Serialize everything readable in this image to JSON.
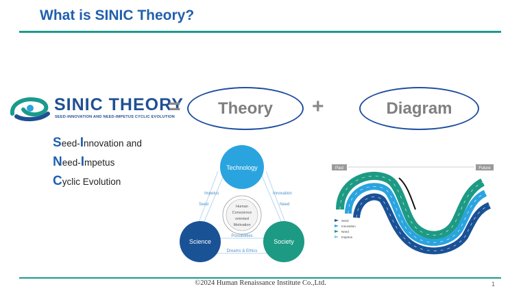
{
  "slide": {
    "title": "What is SINIC Theory?",
    "page_number": "1",
    "copyright": "©2024 Human Renaissance Institute Co.,Ltd."
  },
  "logo": {
    "wordmark": "SINIC THEORY",
    "tagline": "SEED-INNOVATION AND NEED-IMPETUS CYCLIC EVOLUTION"
  },
  "equation": {
    "equals": "=",
    "plus": "+",
    "term_1": "Theory",
    "term_2": "Diagram"
  },
  "acronym": [
    {
      "letter_1": "S",
      "rest_1": "eed-",
      "letter_2": "I",
      "rest_2": "nnovation and"
    },
    {
      "letter_1": "N",
      "rest_1": "eed-",
      "letter_2": "I",
      "rest_2": "mpetus"
    },
    {
      "letter_1": "C",
      "rest_1": "yclic Evolution"
    }
  ],
  "triangle_diagram": {
    "nodes": {
      "top": "Technology",
      "left": "Science",
      "right": "Society"
    },
    "center": [
      "Human",
      "Conscience",
      "oriented",
      "Motivation"
    ],
    "left_arrows": [
      "Impetus",
      "Seed"
    ],
    "right_arrows": [
      "Innovation",
      "Need"
    ],
    "bottom_labels": [
      "Possibilities",
      "Dreams & Ethics"
    ]
  },
  "spiral_diagram": {
    "past_label": "Past",
    "future_label": "Future",
    "legend": [
      "Seed",
      "Innovation",
      "Need",
      "Impetus"
    ]
  },
  "colors": {
    "title_blue": "#1f5fae",
    "rule_teal": "#1a9a8c",
    "technology": "#2aa4df",
    "science": "#1a5296",
    "society": "#1d9a84"
  }
}
